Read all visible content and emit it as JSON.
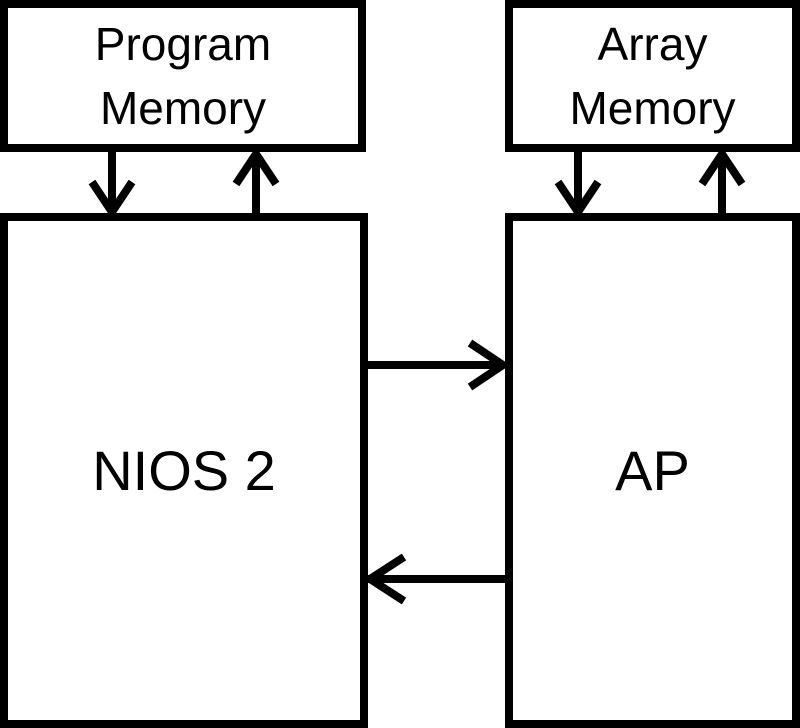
{
  "program_memory": {
    "line1": "Program",
    "line2": "Memory"
  },
  "array_memory": {
    "line1": "Array",
    "line2": "Memory"
  },
  "nios": {
    "label": "NIOS 2"
  },
  "ap": {
    "label": "AP"
  }
}
